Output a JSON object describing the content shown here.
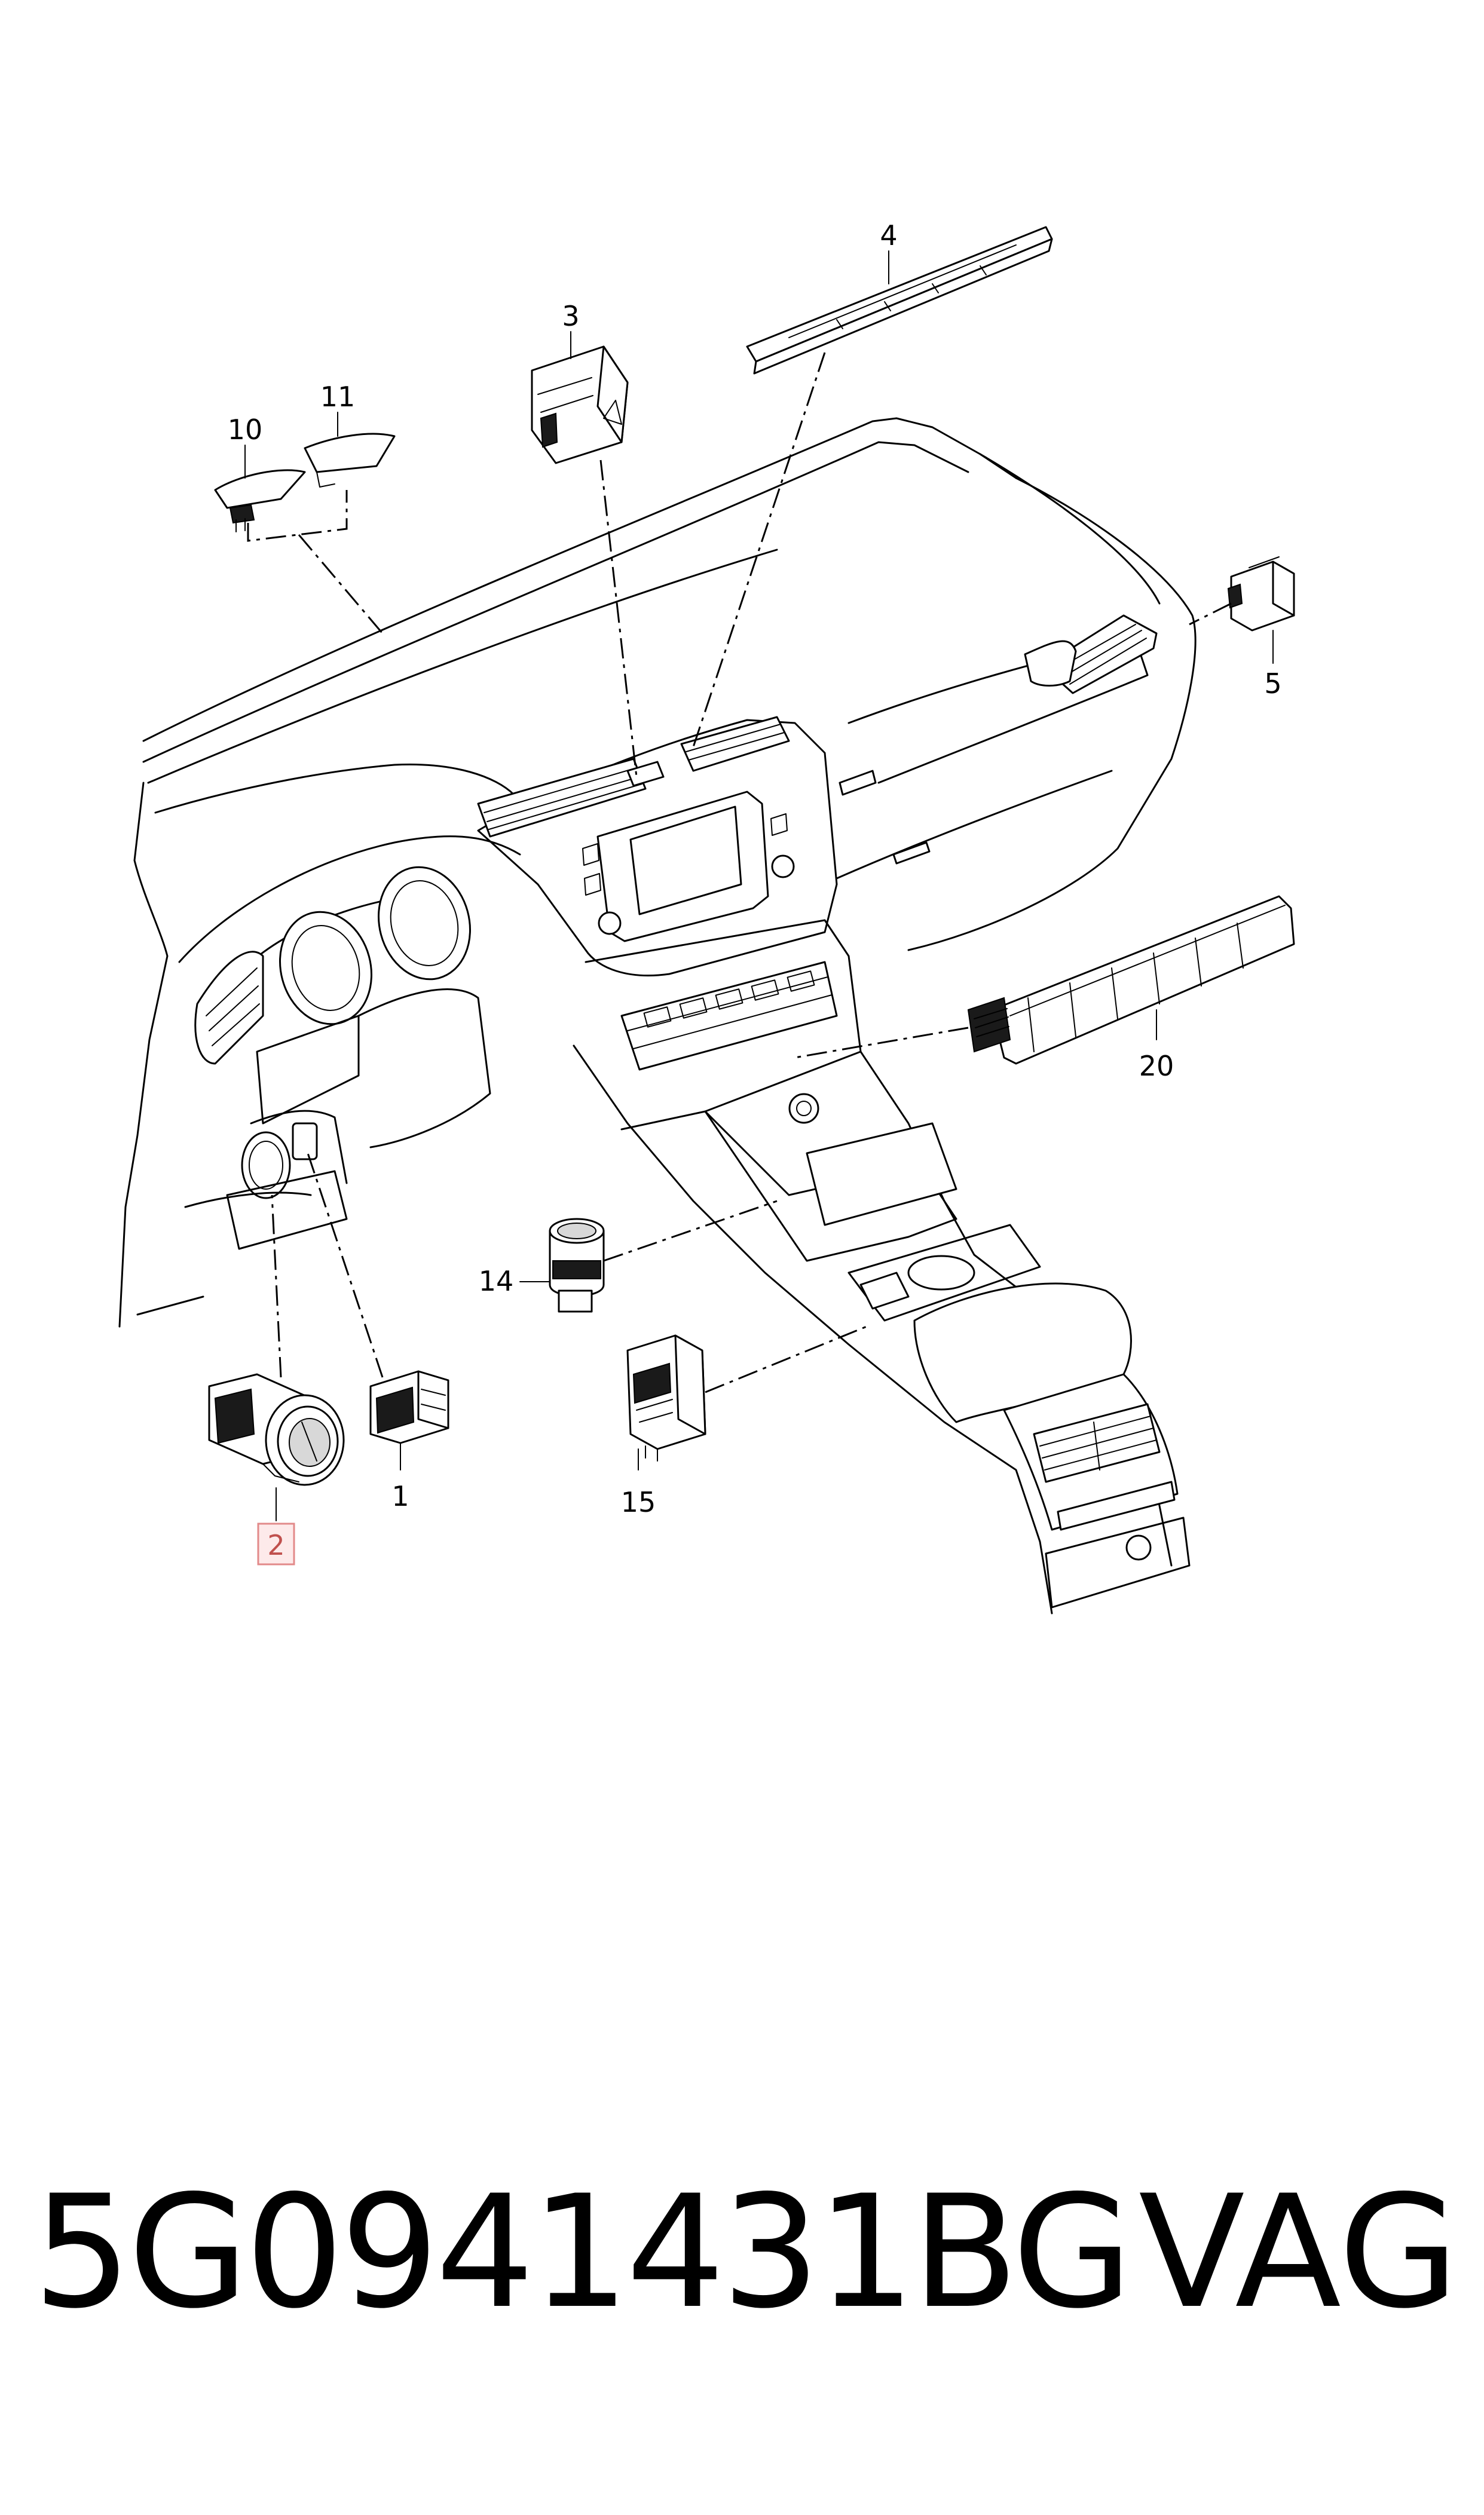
{
  "diagram": {
    "callouts": [
      {
        "id": "1",
        "label": "1"
      },
      {
        "id": "2",
        "label": "2",
        "highlighted": true
      },
      {
        "id": "3",
        "label": "3"
      },
      {
        "id": "4",
        "label": "4"
      },
      {
        "id": "5",
        "label": "5"
      },
      {
        "id": "10",
        "label": "10"
      },
      {
        "id": "11",
        "label": "11"
      },
      {
        "id": "14",
        "label": "14"
      },
      {
        "id": "15",
        "label": "15"
      },
      {
        "id": "20",
        "label": "20"
      }
    ],
    "highlight_color": "#c0504d"
  },
  "footer": {
    "part_number": "5G0941431BG",
    "brand": "VAG"
  }
}
